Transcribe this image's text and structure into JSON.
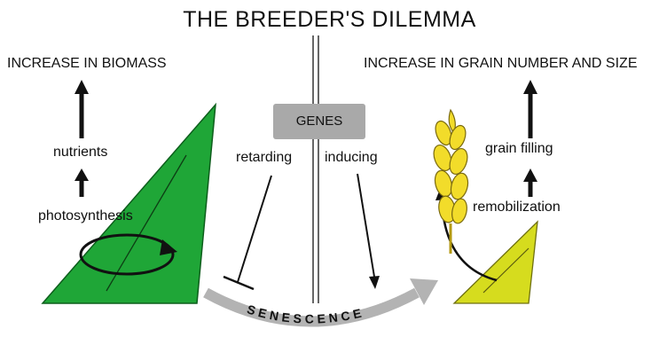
{
  "title": "THE BREEDER'S DILEMMA",
  "left": {
    "heading": "INCREASE IN BIOMASS",
    "nutrients": "nutrients",
    "photosynthesis": "photosynthesis"
  },
  "center": {
    "genes": "GENES",
    "retarding": "retarding",
    "inducing": "inducing",
    "senescence": "SENESCENCE"
  },
  "right": {
    "heading": "INCREASE  IN GRAIN NUMBER AND SIZE",
    "grain_filling": "grain filling",
    "remobilization": "remobilization"
  },
  "colors": {
    "green_leaf": "#1fa637",
    "yellow_leaf": "#d6dc1e",
    "wheat_ear": "#f2dc2a",
    "genes_box": "#a9a9a9",
    "senescence_arrow": "#b3b3b3",
    "arrows": "#111111"
  }
}
